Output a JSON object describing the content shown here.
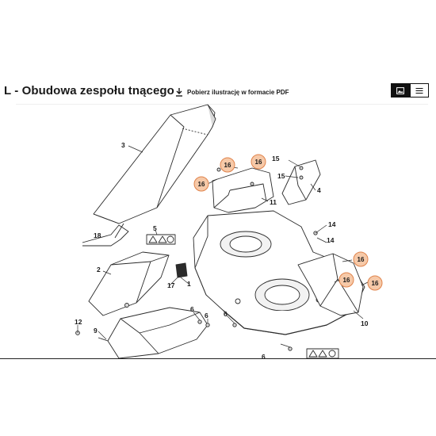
{
  "header": {
    "title": "L - Obudowa zespołu tnącego",
    "download_label": "Pobierz ilustrację w formacie PDF",
    "download_icon": "download-icon",
    "view_toggle": [
      {
        "icon": "image-icon",
        "active": true
      },
      {
        "icon": "list-icon",
        "active": false
      }
    ]
  },
  "diagram": {
    "callouts": {
      "p1": "1",
      "p2": "2",
      "p3": "3",
      "p4": "4",
      "p5": "5",
      "p6a": "6",
      "p6b": "6",
      "p6c": "6",
      "p6d": "6",
      "p9": "9",
      "p10": "10",
      "p11": "11",
      "p12": "12",
      "p14a": "14",
      "p14b": "14",
      "p15a": "15",
      "p15b": "15",
      "p17": "17",
      "p18": "18"
    },
    "highlighted": {
      "h16a": "16",
      "h16b": "16",
      "h16c": "16",
      "h16d": "16",
      "h16e": "16",
      "h16f": "16"
    },
    "colors": {
      "highlight_fill": "#f6c9a8",
      "highlight_stroke": "#e0834b",
      "line": "#2b2b2b",
      "part_fill": "#ffffff",
      "shade": "#d9d9d9"
    }
  }
}
